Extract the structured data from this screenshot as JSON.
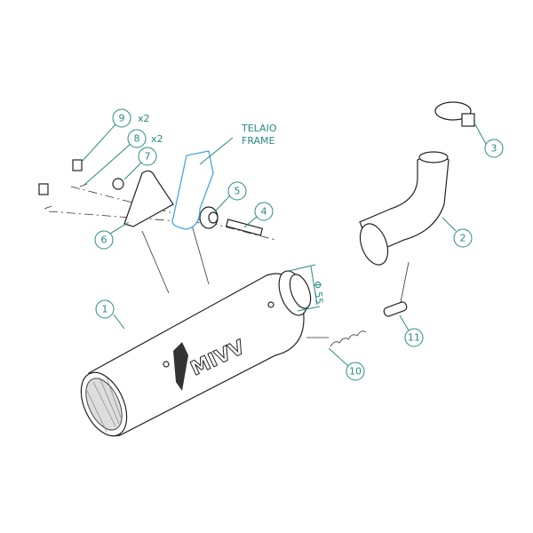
{
  "diagram": {
    "callouts": [
      {
        "num": "1"
      },
      {
        "num": "2"
      },
      {
        "num": "3"
      },
      {
        "num": "4"
      },
      {
        "num": "5"
      },
      {
        "num": "6"
      },
      {
        "num": "7"
      },
      {
        "num": "8",
        "qty": "x2"
      },
      {
        "num": "9",
        "qty": "x2"
      },
      {
        "num": "10"
      },
      {
        "num": "11"
      }
    ],
    "frame_label": {
      "line1": "TELAIO",
      "line2": "FRAME"
    },
    "diameter_label": "Φ 55",
    "logo_text": "MIVV",
    "colors": {
      "callout": "#2a8a80",
      "frame": "#4aa3e0"
    }
  }
}
